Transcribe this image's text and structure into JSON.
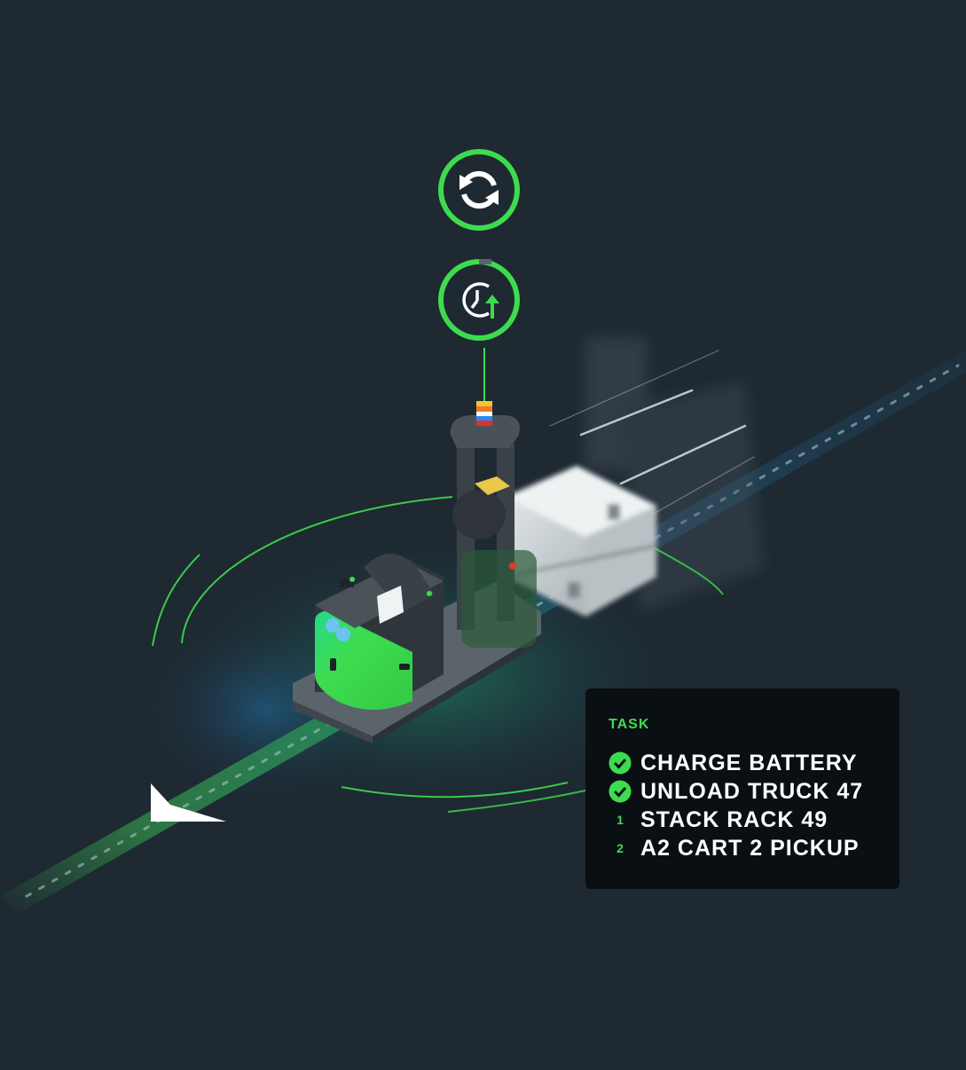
{
  "colors": {
    "background": "#1e2932",
    "accent_green": "#3ddc4f",
    "panel_bg": "#0a0f13",
    "path_green": "#2e7d45",
    "path_blue": "#1f4a66",
    "text": "#ffffff"
  },
  "status_icons": [
    {
      "name": "sync-icon",
      "state": "active"
    },
    {
      "name": "clock-upload-icon",
      "state": "in-progress"
    }
  ],
  "beacon_light": {
    "colors": [
      "#f4c430",
      "#f07a2a",
      "#ffffff",
      "#2a8cf0",
      "#e0302a"
    ]
  },
  "task_panel": {
    "title": "TASK",
    "items": [
      {
        "marker": "check",
        "label": "CHARGE BATTERY",
        "status": "done"
      },
      {
        "marker": "check",
        "label": "UNLOAD TRUCK 47",
        "status": "done"
      },
      {
        "marker": "1",
        "label": "STACK RACK 49",
        "status": "queued"
      },
      {
        "marker": "2",
        "label": "A2 CART 2 PICKUP",
        "status": "queued"
      }
    ]
  },
  "direction_arrow": {
    "direction": "southwest"
  }
}
